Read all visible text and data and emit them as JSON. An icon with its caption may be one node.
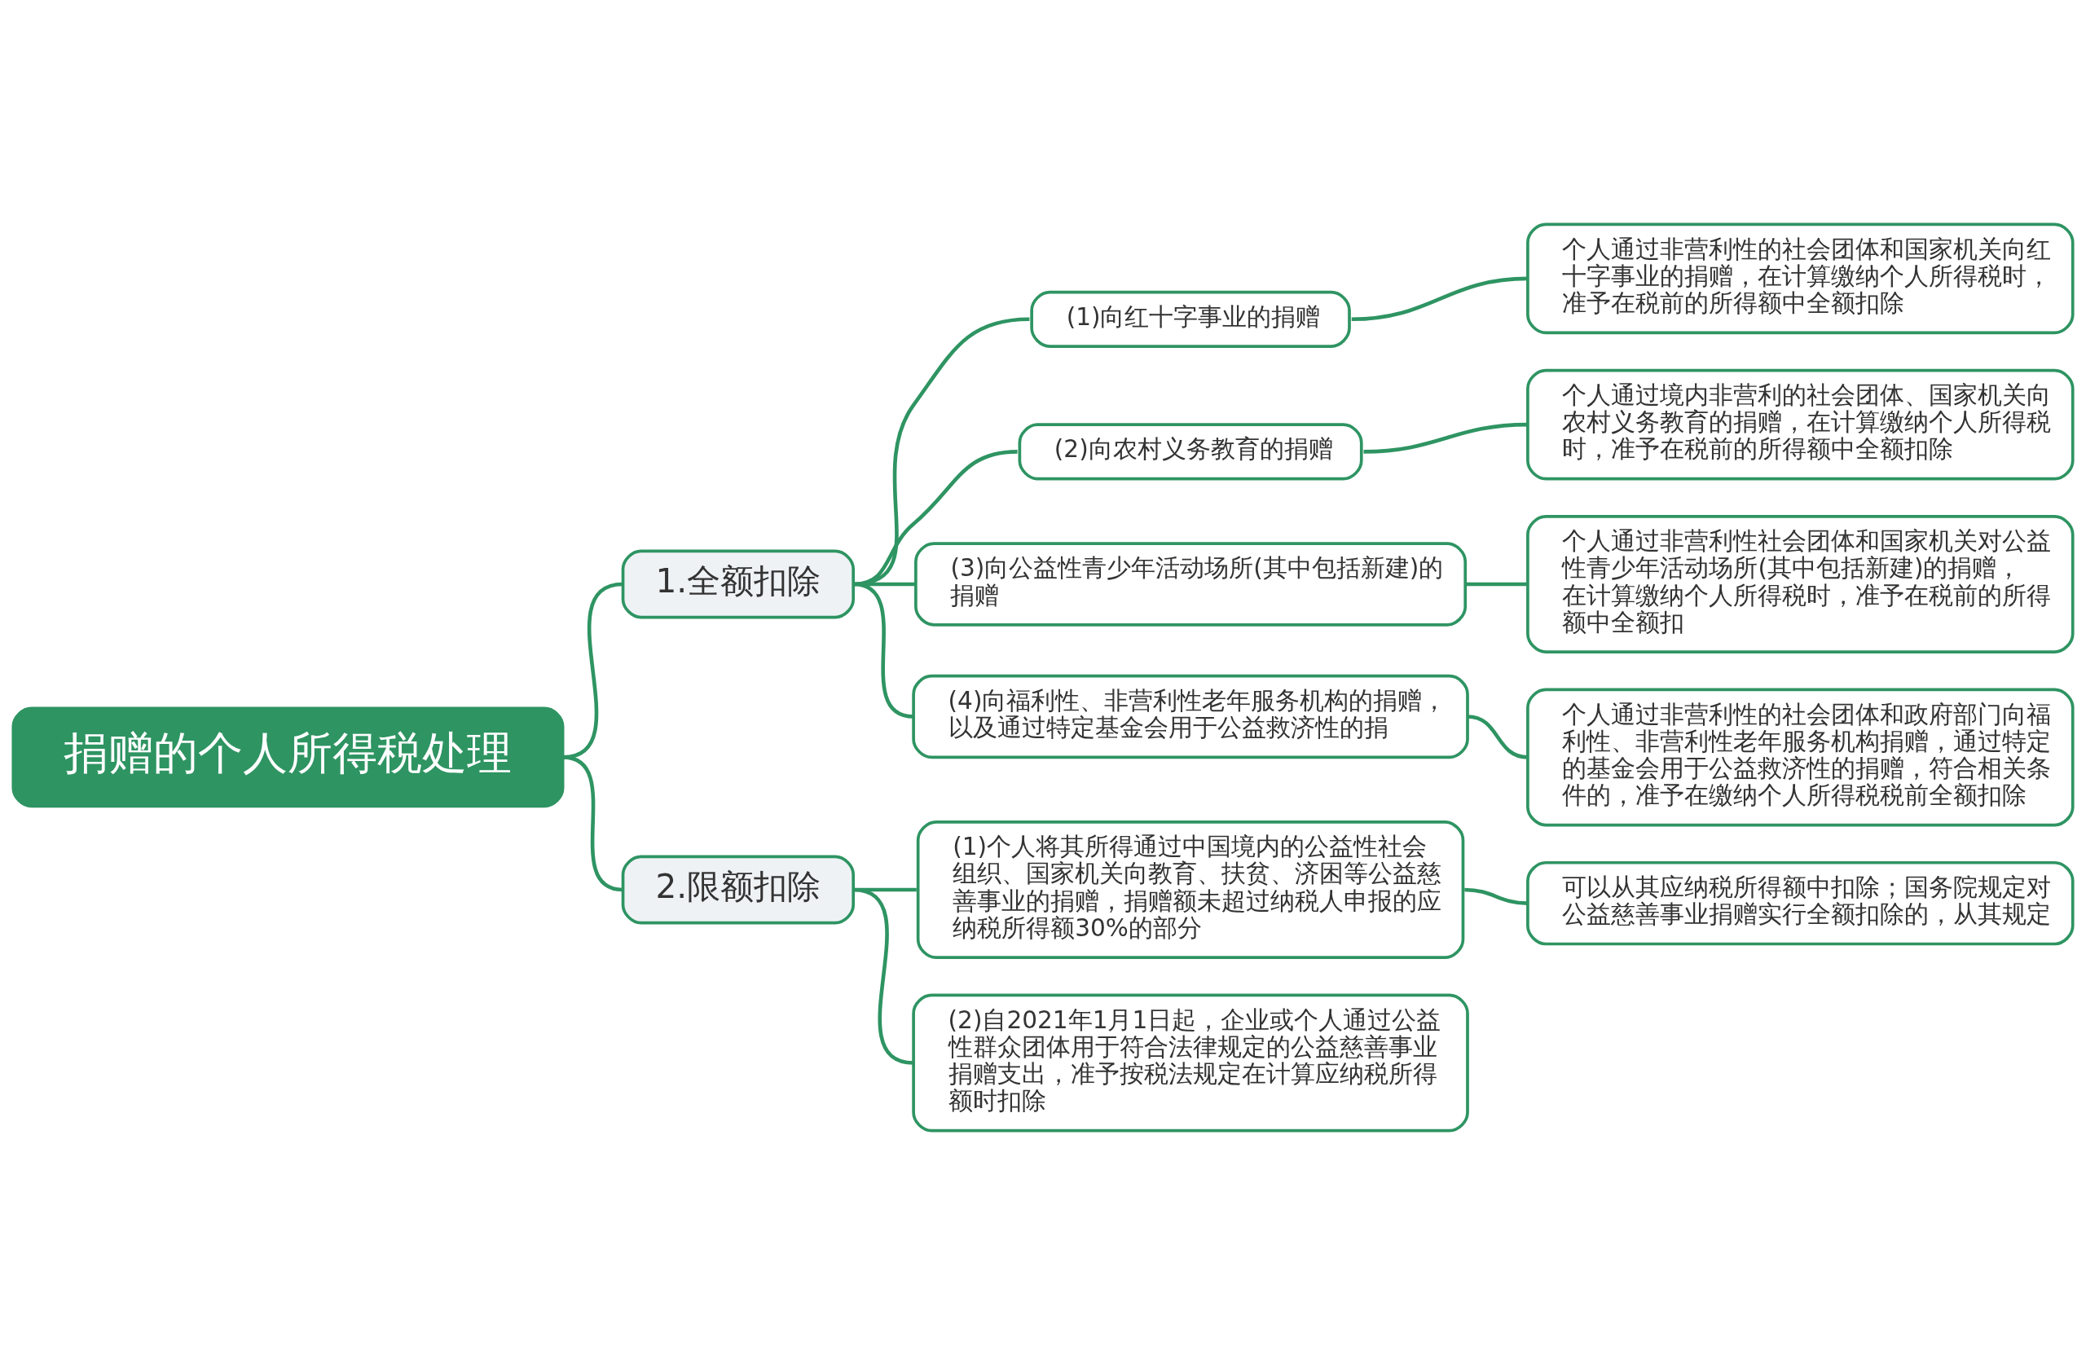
{
  "diagram": {
    "nodes": [
      {
        "text": [
          "捐赠的个人所得税处理"
        ]
      },
      {
        "text": [
          "1.全额扣除"
        ]
      },
      {
        "text": [
          "(1)向红十字事业的捐赠"
        ]
      },
      {
        "text": [
          "个人通过非营利性的社会团体和国家机关向红十字事业的捐赠，在计算缴纳个人所得税时，准予在税前的所得额中全额扣除"
        ]
      },
      {
        "text": [
          "(2)向农村义务教育的捐赠"
        ]
      },
      {
        "text": [
          "个人通过境内非营利的社会团体、国家机关向农村义务教育的捐赠，在计算缴纳个人所得税时，准予在税前的所得额中全额扣除"
        ]
      },
      {
        "text": [
          "(3)向公益性青少年活动场所(其中包括新建)的捐赠"
        ]
      },
      {
        "text": [
          "个人通过非营利性社会团体和国家机关对公益性青少年活动场所(其中包括新建)的捐赠，在计算缴纳个人所得税时，准予在税前的所得额中全额扣"
        ]
      },
      {
        "text": [
          "(4)向福利性、非营利性老年服务机构的捐赠，以及通过特定基金会用于公益救济性的捐"
        ]
      },
      {
        "text": [
          "个人通过非营利性的社会团体和政府部门向福利性、非营利性老年服务机构捐赠，通过特定的基金会用于公益救济性的捐赠，符合相关条件的，准予在缴纳个人所得税税前全额扣除"
        ]
      },
      {
        "text": [
          "2.限额扣除"
        ]
      },
      {
        "text": [
          "(1)个人将其所得通过中国境内的公益性社会组织、国家机关向教育、扶贫、济困等公益慈善事业的捐赠，捐赠额未超过纳税人申报的应纳税所得额30%的部分"
        ]
      },
      {
        "text": [
          "可以从其应纳税所得额中扣除；国务院规定对公益慈善事业捐赠实行全额扣除的，从其规定"
        ]
      },
      {
        "text": [
          "(2)自2021年1月1日起，企业或个人通过公益性群众团体用于符合法律规定的公益慈善事业捐赠支出，准予按税法规定在计算应纳税所得额时扣除"
        ]
      }
    ],
    "edges": [
      {
        "from": 0,
        "to": 1,
        "arrow": "none"
      },
      {
        "from": 1,
        "to": 2,
        "arrow": "none"
      },
      {
        "from": 2,
        "to": 3,
        "arrow": "none"
      },
      {
        "from": 1,
        "to": 4,
        "arrow": "none"
      },
      {
        "from": 4,
        "to": 5,
        "arrow": "none"
      },
      {
        "from": 1,
        "to": 6,
        "arrow": "none"
      },
      {
        "from": 6,
        "to": 7,
        "arrow": "none"
      },
      {
        "from": 1,
        "to": 8,
        "arrow": "none"
      },
      {
        "from": 8,
        "to": 9,
        "arrow": "none"
      },
      {
        "from": 0,
        "to": 10,
        "arrow": "none"
      },
      {
        "from": 10,
        "to": 11,
        "arrow": "none"
      },
      {
        "from": 11,
        "to": 12,
        "arrow": "none"
      },
      {
        "from": 10,
        "to": 13,
        "arrow": "none"
      }
    ]
  }
}
